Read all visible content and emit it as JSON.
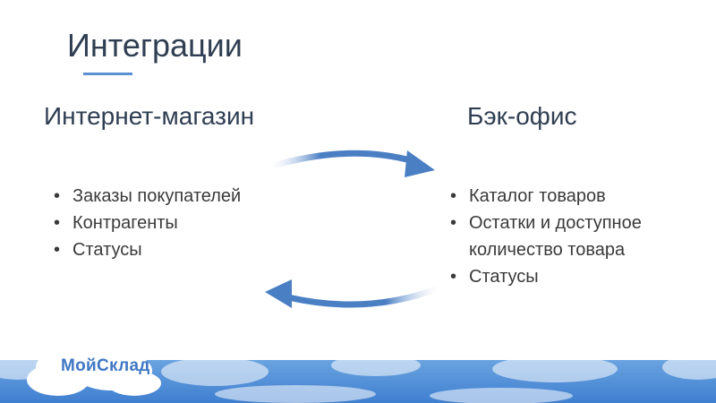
{
  "slide": {
    "title": "Интеграции",
    "left": {
      "heading": "Интернет-магазин",
      "items": [
        "Заказы покупателей",
        "Контрагенты",
        "Статусы"
      ]
    },
    "right": {
      "heading": "Бэк-офис",
      "items": [
        "Каталог товаров",
        "Остатки и доступное количество товара",
        "Статусы"
      ]
    },
    "logo": "МойСклад",
    "accent_color": "#4a7fc4",
    "icons": [
      "arrow-right-icon",
      "arrow-left-icon",
      "bullet-icon"
    ]
  }
}
